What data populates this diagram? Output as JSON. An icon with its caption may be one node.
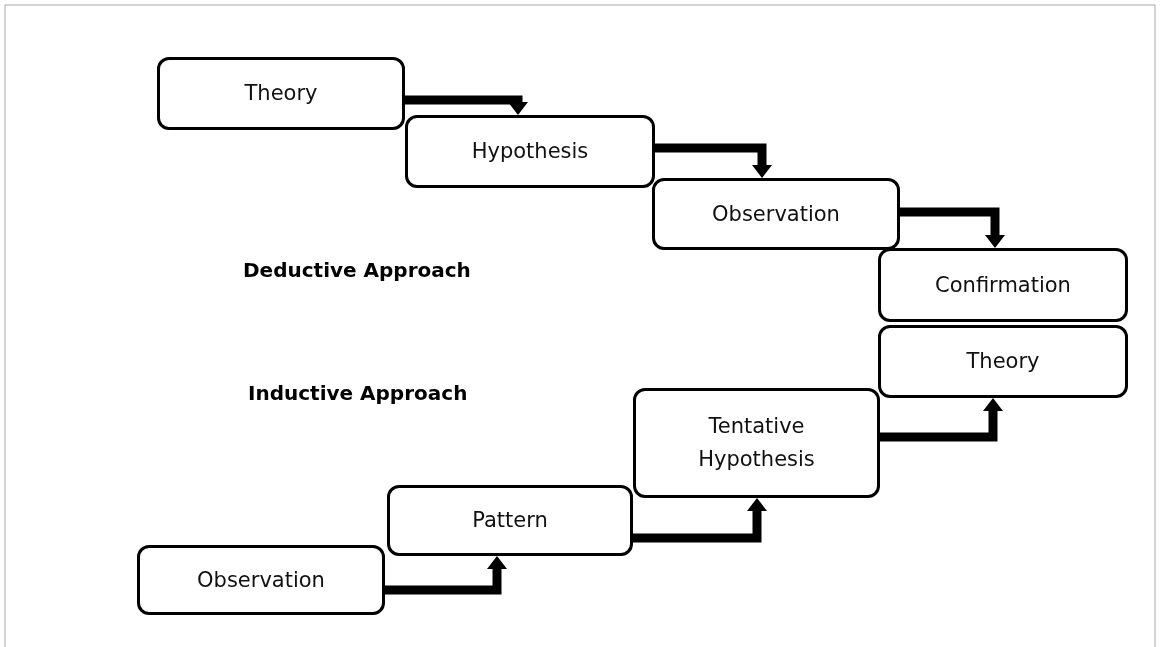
{
  "diagram": {
    "nodes": [
      {
        "text": [
          "Theory"
        ]
      },
      {
        "text": [
          "Hypothesis"
        ]
      },
      {
        "text": [
          "Observation"
        ]
      },
      {
        "text": [
          "Confirmation"
        ]
      },
      {
        "text": [
          "Theory"
        ]
      },
      {
        "text": [
          "Tentative Hypothesis"
        ]
      },
      {
        "text": [
          "Pattern"
        ]
      },
      {
        "text": [
          "Observation"
        ]
      }
    ],
    "edges": [
      {
        "from": 0,
        "to": 1,
        "arrow": "to"
      },
      {
        "from": 1,
        "to": 2,
        "arrow": "to"
      },
      {
        "from": 2,
        "to": 3,
        "arrow": "to"
      },
      {
        "from": 7,
        "to": 6,
        "arrow": "to"
      },
      {
        "from": 6,
        "to": 5,
        "arrow": "to"
      },
      {
        "from": 5,
        "to": 4,
        "arrow": "to"
      }
    ],
    "labels": [
      "Deductive Approach",
      "Inductive Approach"
    ]
  }
}
